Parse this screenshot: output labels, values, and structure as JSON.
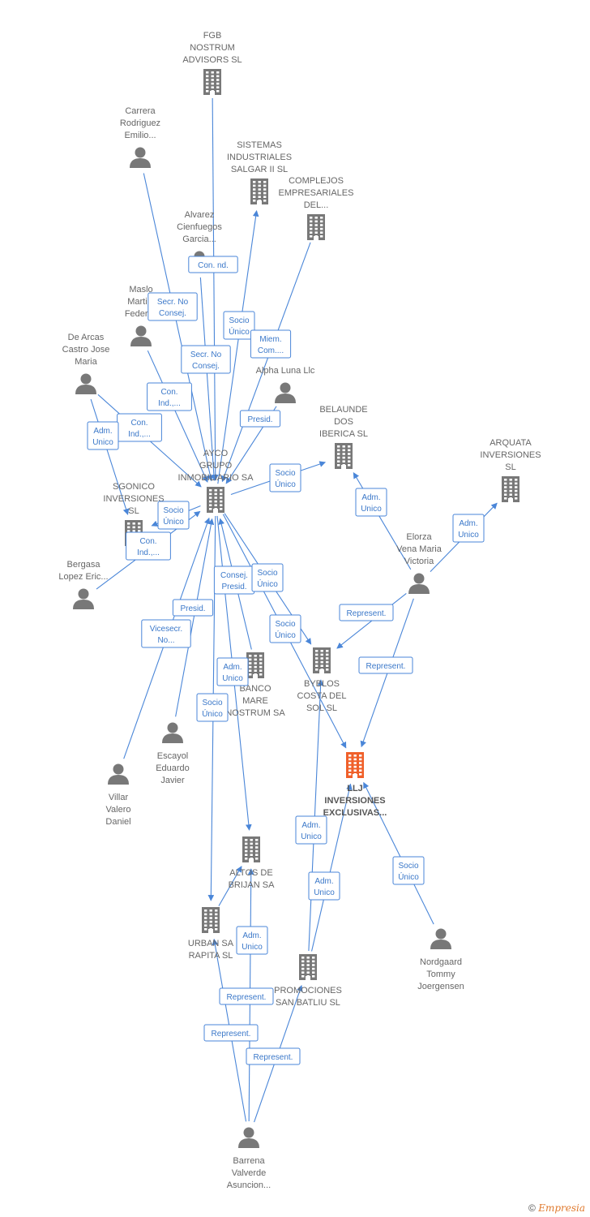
{
  "colors": {
    "building": "#787878",
    "person": "#787878",
    "focus": "#f0602a",
    "edge": "#4a86d8"
  },
  "nodes": [
    {
      "id": "fgb",
      "type": "company",
      "lines": [
        "FGB",
        "NOSTRUM",
        "ADVISORS  SL"
      ]
    },
    {
      "id": "carrera",
      "type": "person",
      "lines": [
        "Carrera",
        "Rodriguez",
        "Emilio..."
      ]
    },
    {
      "id": "sistemas",
      "type": "company",
      "lines": [
        "SISTEMAS",
        "INDUSTRIALES",
        "SALGAR II  SL"
      ]
    },
    {
      "id": "complejos",
      "type": "company",
      "lines": [
        "COMPLEJOS",
        "EMPRESARIALES",
        "DEL..."
      ]
    },
    {
      "id": "alvarez",
      "type": "person",
      "lines": [
        "Alvarez",
        "Cienfuegos",
        "Garcia..."
      ]
    },
    {
      "id": "maslo",
      "type": "person",
      "lines": [
        "Maslo",
        "Marti...",
        "Federi..."
      ]
    },
    {
      "id": "dearcas",
      "type": "person",
      "lines": [
        "De Arcas",
        "Castro Jose",
        "Maria"
      ]
    },
    {
      "id": "alpha",
      "type": "person",
      "lines": [
        "Alpha Luna Llc"
      ]
    },
    {
      "id": "belaunde",
      "type": "company",
      "lines": [
        "BELAUNDE",
        "DOS",
        "IBERICA  SL"
      ]
    },
    {
      "id": "ayco",
      "type": "company",
      "lines": [
        "AYCO",
        "GRUPO",
        "INMOBILIARIO SA"
      ]
    },
    {
      "id": "arquata",
      "type": "company",
      "lines": [
        "ARQUATA",
        "INVERSIONES",
        "SL"
      ]
    },
    {
      "id": "sgonico",
      "type": "company",
      "lines": [
        "SGONICO",
        "INVERSIONES",
        "SL"
      ]
    },
    {
      "id": "bergasa",
      "type": "person",
      "lines": [
        "Bergasa",
        "Lopez Eric..."
      ]
    },
    {
      "id": "elorza",
      "type": "person",
      "lines": [
        "Elorza",
        "Vena Maria",
        "Victoria"
      ]
    },
    {
      "id": "banco",
      "type": "company",
      "lines": [
        "BANCO",
        "MARE",
        "NOSTRUM SA"
      ]
    },
    {
      "id": "byblos",
      "type": "company",
      "lines": [
        "BYBLOS",
        "COSTA DEL",
        "SOL  SL"
      ]
    },
    {
      "id": "escayol",
      "type": "person",
      "lines": [
        "Escayol",
        "Eduardo",
        "Javier"
      ]
    },
    {
      "id": "villar",
      "type": "person",
      "lines": [
        "Villar",
        "Valero",
        "Daniel"
      ]
    },
    {
      "id": "llj",
      "type": "focus",
      "lines": [
        "LLJ",
        "INVERSIONES",
        "EXCLUSIVAS..."
      ]
    },
    {
      "id": "altos",
      "type": "company",
      "lines": [
        "ALTOS DE",
        "BRIJAN SA"
      ]
    },
    {
      "id": "urban",
      "type": "company",
      "lines": [
        "URBAN SA",
        "RAPITA  SL"
      ]
    },
    {
      "id": "promociones",
      "type": "company",
      "lines": [
        "PROMOCIONES",
        "SAN BATLIU SL"
      ]
    },
    {
      "id": "nordgaard",
      "type": "person",
      "lines": [
        "Nordgaard",
        "Tommy",
        "Joergensen"
      ]
    },
    {
      "id": "barrena",
      "type": "person",
      "lines": [
        "Barrena",
        "Valverde",
        "Asuncion..."
      ]
    }
  ],
  "edges": [
    {
      "from": "fgb",
      "to": "ayco",
      "label": [
        "Con.  nd."
      ]
    },
    {
      "from": "carrera",
      "to": "ayco",
      "label": [
        "Secr.  No",
        "Consej."
      ]
    },
    {
      "from": "alvarez",
      "to": "ayco",
      "label": [
        "Secr.  No",
        "Consej."
      ]
    },
    {
      "from": "ayco",
      "to": "sistemas",
      "label": [
        "Socio",
        "Único"
      ]
    },
    {
      "from": "complejos",
      "to": "ayco",
      "label": [
        "Miem.",
        "Com...."
      ]
    },
    {
      "from": "maslo",
      "to": "ayco",
      "label": [
        "Con.",
        "Ind.,..."
      ]
    },
    {
      "from": "dearcas",
      "to": "ayco",
      "label": [
        "Con.",
        "Ind.,..."
      ]
    },
    {
      "from": "dearcas",
      "to": "sgonico",
      "label": [
        "Adm.",
        "Unico"
      ]
    },
    {
      "from": "alpha",
      "to": "ayco",
      "label": [
        "Presid."
      ]
    },
    {
      "from": "ayco",
      "to": "belaunde",
      "label": [
        "Socio",
        "Único"
      ]
    },
    {
      "from": "ayco",
      "to": "sgonico",
      "label": [
        "Socio",
        "Único"
      ]
    },
    {
      "from": "bergasa",
      "to": "ayco",
      "label": [
        "Con.",
        "Ind.,..."
      ]
    },
    {
      "from": "elorza",
      "to": "belaunde",
      "label": [
        "Adm.",
        "Unico"
      ]
    },
    {
      "from": "elorza",
      "to": "arquata",
      "label": [
        "Adm.",
        "Unico"
      ]
    },
    {
      "from": "elorza",
      "to": "byblos",
      "label": [
        "Represent."
      ]
    },
    {
      "from": "elorza",
      "to": "llj",
      "label": [
        "Represent."
      ]
    },
    {
      "from": "escayol",
      "to": "ayco",
      "label": [
        "Presid."
      ]
    },
    {
      "from": "villar",
      "to": "ayco",
      "label": [
        "Vicesecr.",
        "No..."
      ]
    },
    {
      "from": "banco",
      "to": "ayco",
      "label": [
        "Consej.",
        "Presid."
      ]
    },
    {
      "from": "ayco",
      "to": "byblos",
      "label": [
        "Socio",
        "Único"
      ]
    },
    {
      "from": "ayco",
      "to": "llj",
      "label": [
        "Socio",
        "Único"
      ]
    },
    {
      "from": "ayco",
      "to": "altos",
      "label": [
        "Adm.",
        "Unico"
      ]
    },
    {
      "from": "ayco",
      "to": "urban",
      "label": [
        "Socio",
        "Único"
      ]
    },
    {
      "from": "promociones",
      "to": "byblos",
      "label": [
        "Adm.",
        "Unico"
      ]
    },
    {
      "from": "promociones",
      "to": "llj",
      "label": [
        "Adm.",
        "Unico"
      ]
    },
    {
      "from": "nordgaard",
      "to": "llj",
      "label": [
        "Socio",
        "Único"
      ]
    },
    {
      "from": "urban",
      "to": "altos",
      "label": [
        "Adm.",
        "Unico"
      ]
    },
    {
      "from": "barrena",
      "to": "altos",
      "label": [
        "Represent."
      ]
    },
    {
      "from": "barrena",
      "to": "urban",
      "label": [
        "Represent."
      ]
    },
    {
      "from": "barrena",
      "to": "promociones",
      "label": [
        "Represent."
      ]
    }
  ],
  "footer": {
    "copyright": "©",
    "brand": "Empresia"
  }
}
